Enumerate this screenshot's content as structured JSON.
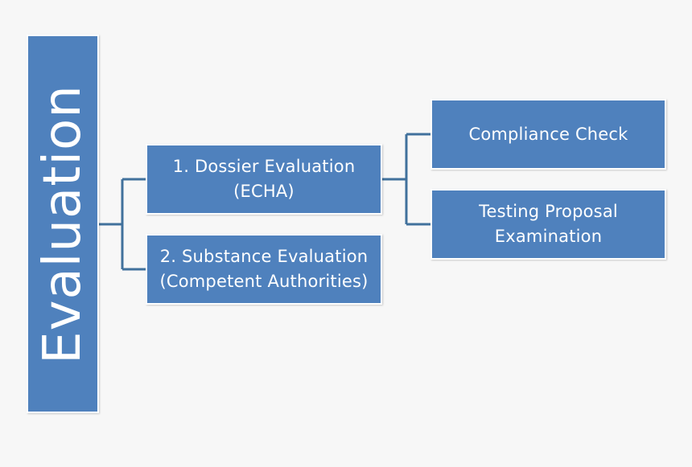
{
  "diagram": {
    "root": {
      "label": "Evaluation"
    },
    "children": [
      {
        "lines": [
          "1. Dossier Evaluation",
          "(ECHA)"
        ]
      },
      {
        "lines": [
          "2. Substance Evaluation",
          "(Competent Authorities)"
        ]
      }
    ],
    "grandchildren": [
      {
        "lines": [
          "Compliance Check"
        ]
      },
      {
        "lines": [
          "Testing Proposal",
          "Examination"
        ]
      }
    ]
  },
  "colors": {
    "box_fill": "#4f81bd",
    "box_border": "#ffffff",
    "connector": "#41719c",
    "background": "#f7f7f7",
    "text": "#ffffff"
  }
}
